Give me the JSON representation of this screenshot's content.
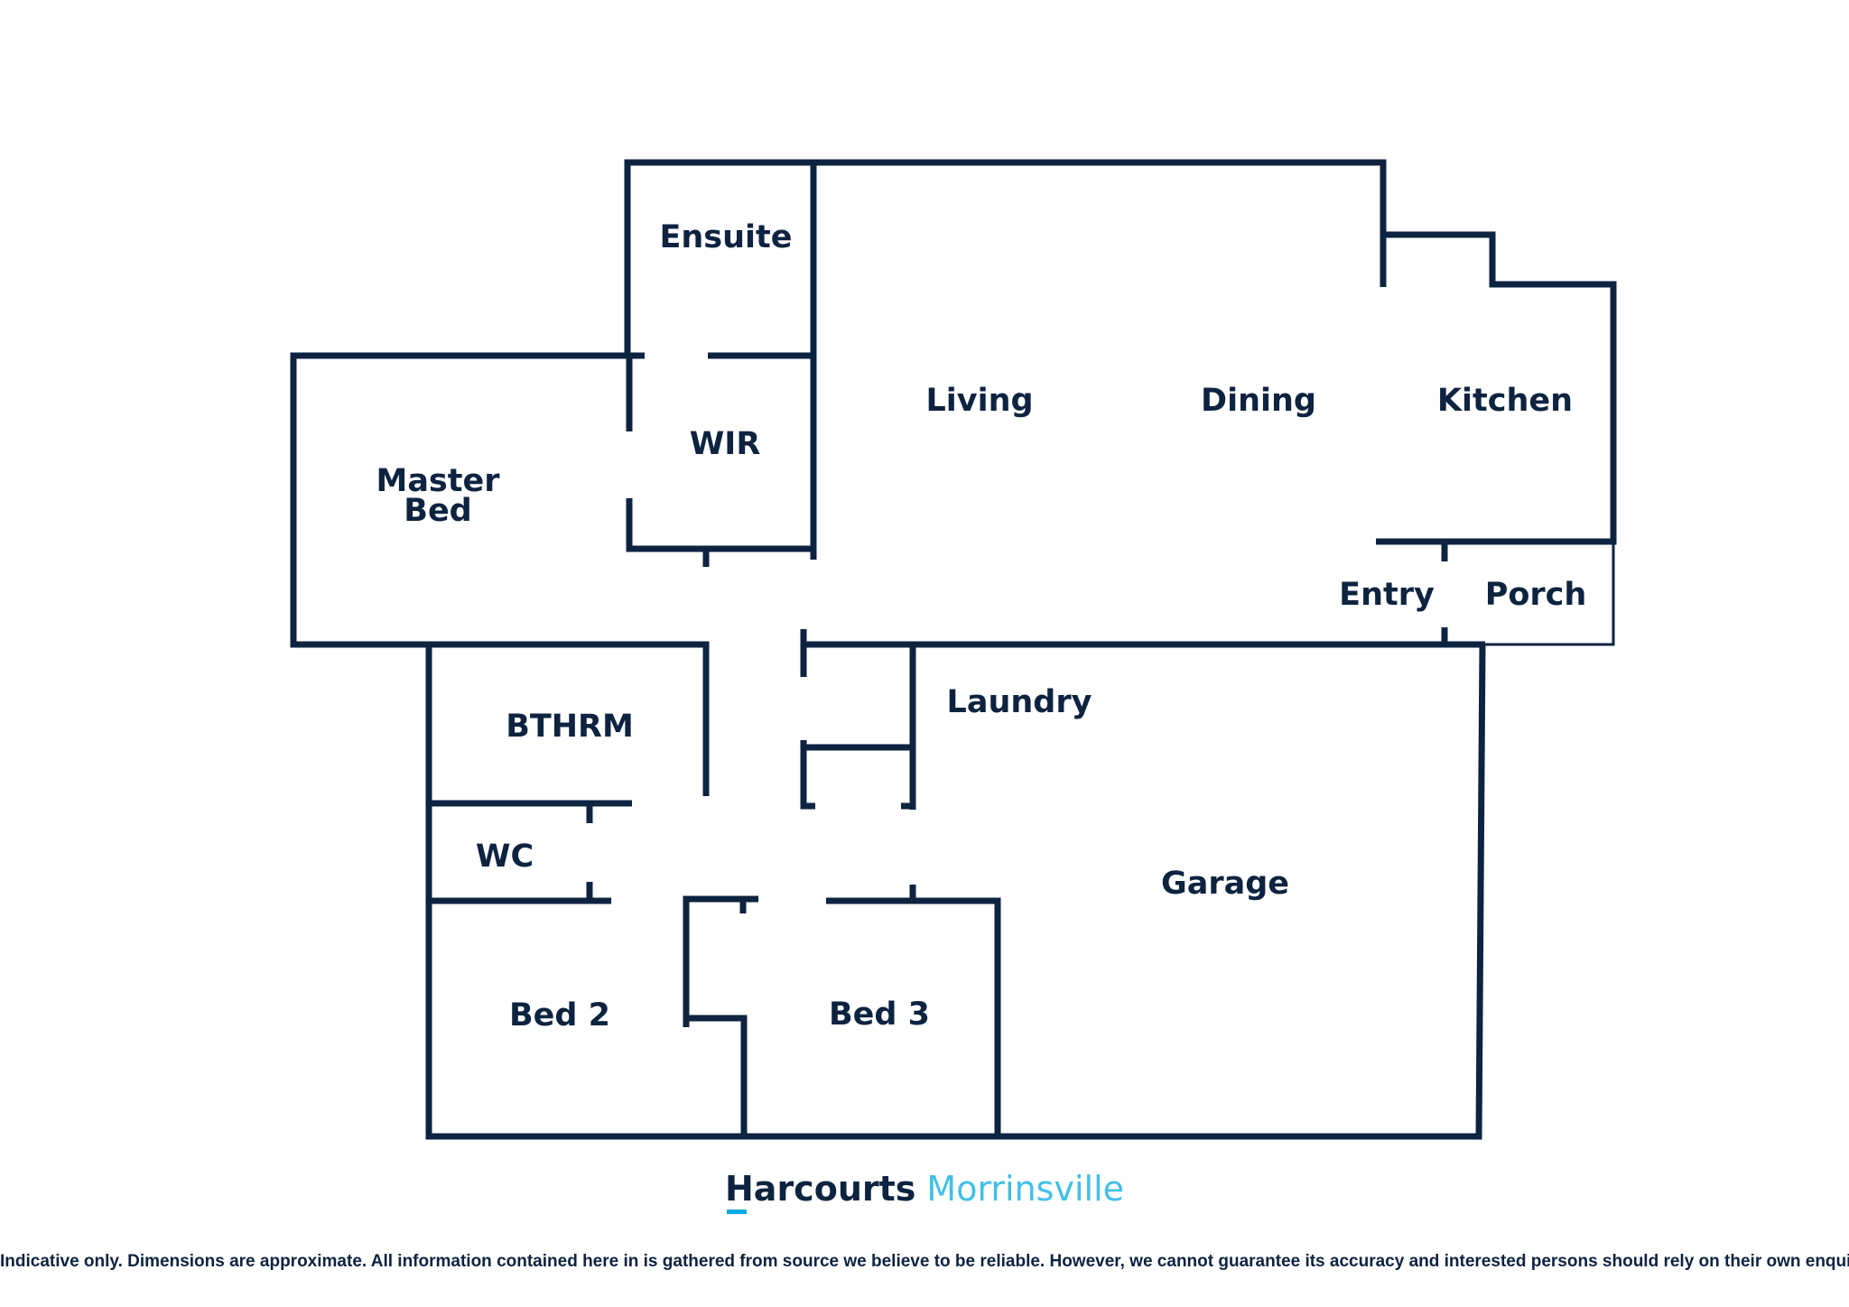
{
  "colors": {
    "wall": "#0d2340",
    "label": "#0d2340",
    "brand_name": "#0d2340",
    "brand_office": "#43bfe6",
    "brand_accent": "#00a9e0"
  },
  "rooms": {
    "ensuite": "Ensuite",
    "wir": "WIR",
    "master_bed_line1": "Master",
    "master_bed_line2": "Bed",
    "living": "Living",
    "dining": "Dining",
    "kitchen": "Kitchen",
    "entry": "Entry",
    "porch": "Porch",
    "laundry": "Laundry",
    "bathroom": "BTHRM",
    "wc": "WC",
    "garage": "Garage",
    "bed2": "Bed 2",
    "bed3": "Bed 3"
  },
  "branding": {
    "name": "Harcourts",
    "office": "Morrinsville"
  },
  "disclaimer": "Indicative only. Dimensions are approximate. All information contained here in is gathered from source we believe to be reliable. However, we cannot guarantee its accuracy and interested persons should rely on their own enquiries."
}
